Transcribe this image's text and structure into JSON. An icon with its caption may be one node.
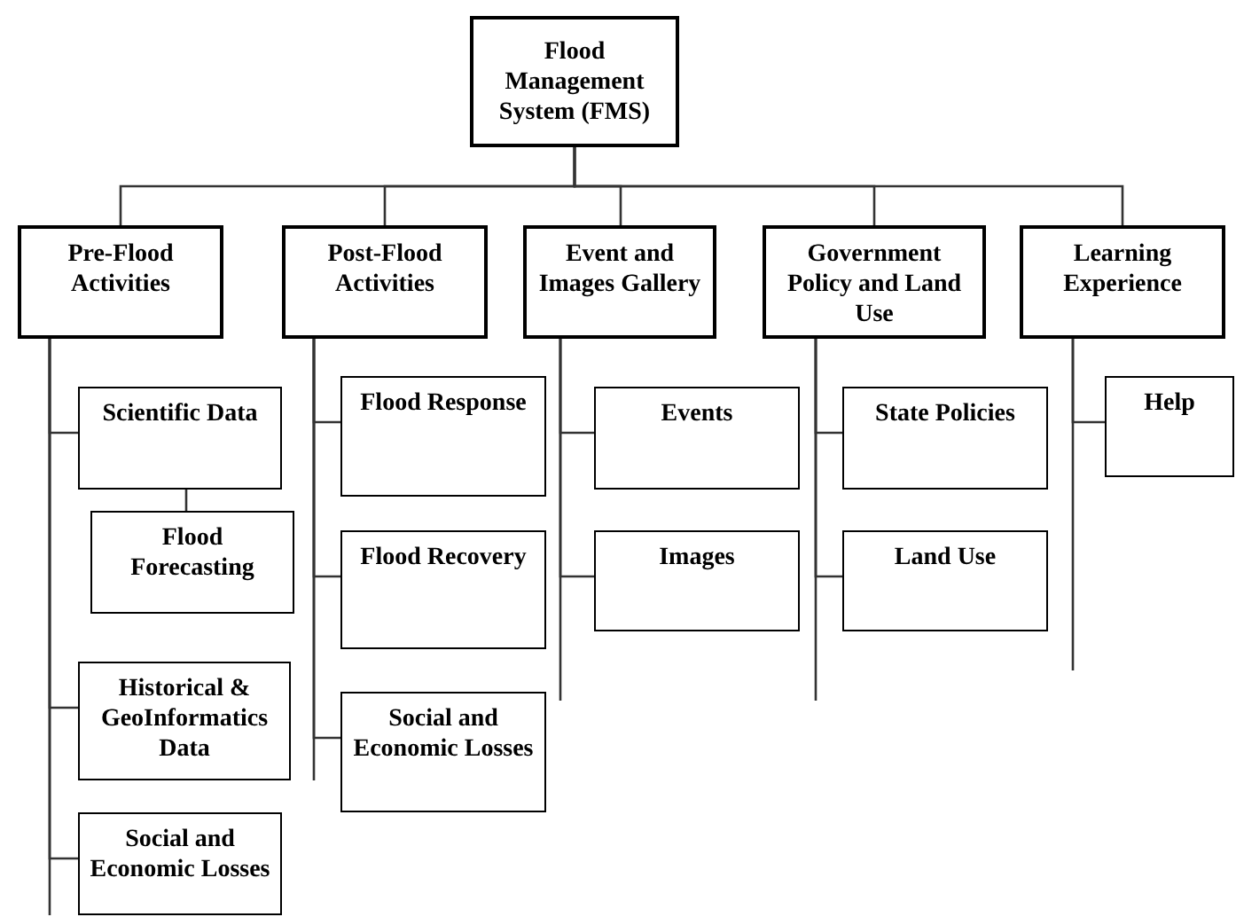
{
  "diagram": {
    "nodes": [
      {
        "text": [
          "Flood Management System (FMS)"
        ]
      },
      {
        "text": [
          "Pre-Flood Activities"
        ]
      },
      {
        "text": [
          "Post-Flood Activities"
        ]
      },
      {
        "text": [
          "Event and Images Gallery"
        ]
      },
      {
        "text": [
          "Government Policy and Land Use"
        ]
      },
      {
        "text": [
          "Learning Experience"
        ]
      },
      {
        "text": [
          "Scientific Data"
        ]
      },
      {
        "text": [
          "Flood Forecasting"
        ]
      },
      {
        "text": [
          "Historical & GeoInformatics Data"
        ]
      },
      {
        "text": [
          "Social and Economic Losses"
        ]
      },
      {
        "text": [
          "Flood Response"
        ]
      },
      {
        "text": [
          "Flood Recovery"
        ]
      },
      {
        "text": [
          "Social and Economic Losses"
        ]
      },
      {
        "text": [
          "Events"
        ]
      },
      {
        "text": [
          "Images"
        ]
      },
      {
        "text": [
          "State Policies"
        ]
      },
      {
        "text": [
          "Land Use"
        ]
      },
      {
        "text": [
          "Help"
        ]
      }
    ],
    "edges": [
      {
        "from": 0,
        "to": 1,
        "arrow": "none"
      },
      {
        "from": 0,
        "to": 2,
        "arrow": "none"
      },
      {
        "from": 0,
        "to": 3,
        "arrow": "none"
      },
      {
        "from": 0,
        "to": 4,
        "arrow": "none"
      },
      {
        "from": 0,
        "to": 5,
        "arrow": "none"
      },
      {
        "from": 1,
        "to": 6,
        "arrow": "none"
      },
      {
        "from": 6,
        "to": 7,
        "arrow": "none"
      },
      {
        "from": 1,
        "to": 8,
        "arrow": "none"
      },
      {
        "from": 1,
        "to": 9,
        "arrow": "none"
      },
      {
        "from": 2,
        "to": 10,
        "arrow": "none"
      },
      {
        "from": 2,
        "to": 11,
        "arrow": "none"
      },
      {
        "from": 2,
        "to": 12,
        "arrow": "none"
      },
      {
        "from": 3,
        "to": 13,
        "arrow": "none"
      },
      {
        "from": 3,
        "to": 14,
        "arrow": "none"
      },
      {
        "from": 4,
        "to": 15,
        "arrow": "none"
      },
      {
        "from": 4,
        "to": 16,
        "arrow": "none"
      },
      {
        "from": 5,
        "to": 17,
        "arrow": "none"
      }
    ]
  }
}
